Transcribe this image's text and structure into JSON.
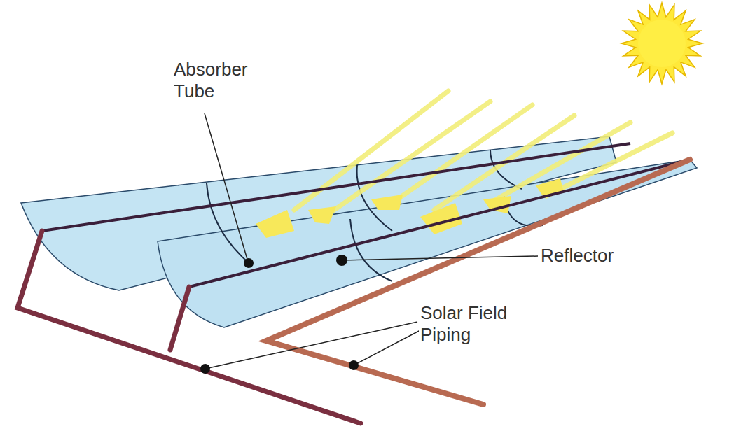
{
  "diagram": {
    "labels": [
      "Absorber Tube",
      "Reflector",
      "Solar Field Piping"
    ]
  }
}
